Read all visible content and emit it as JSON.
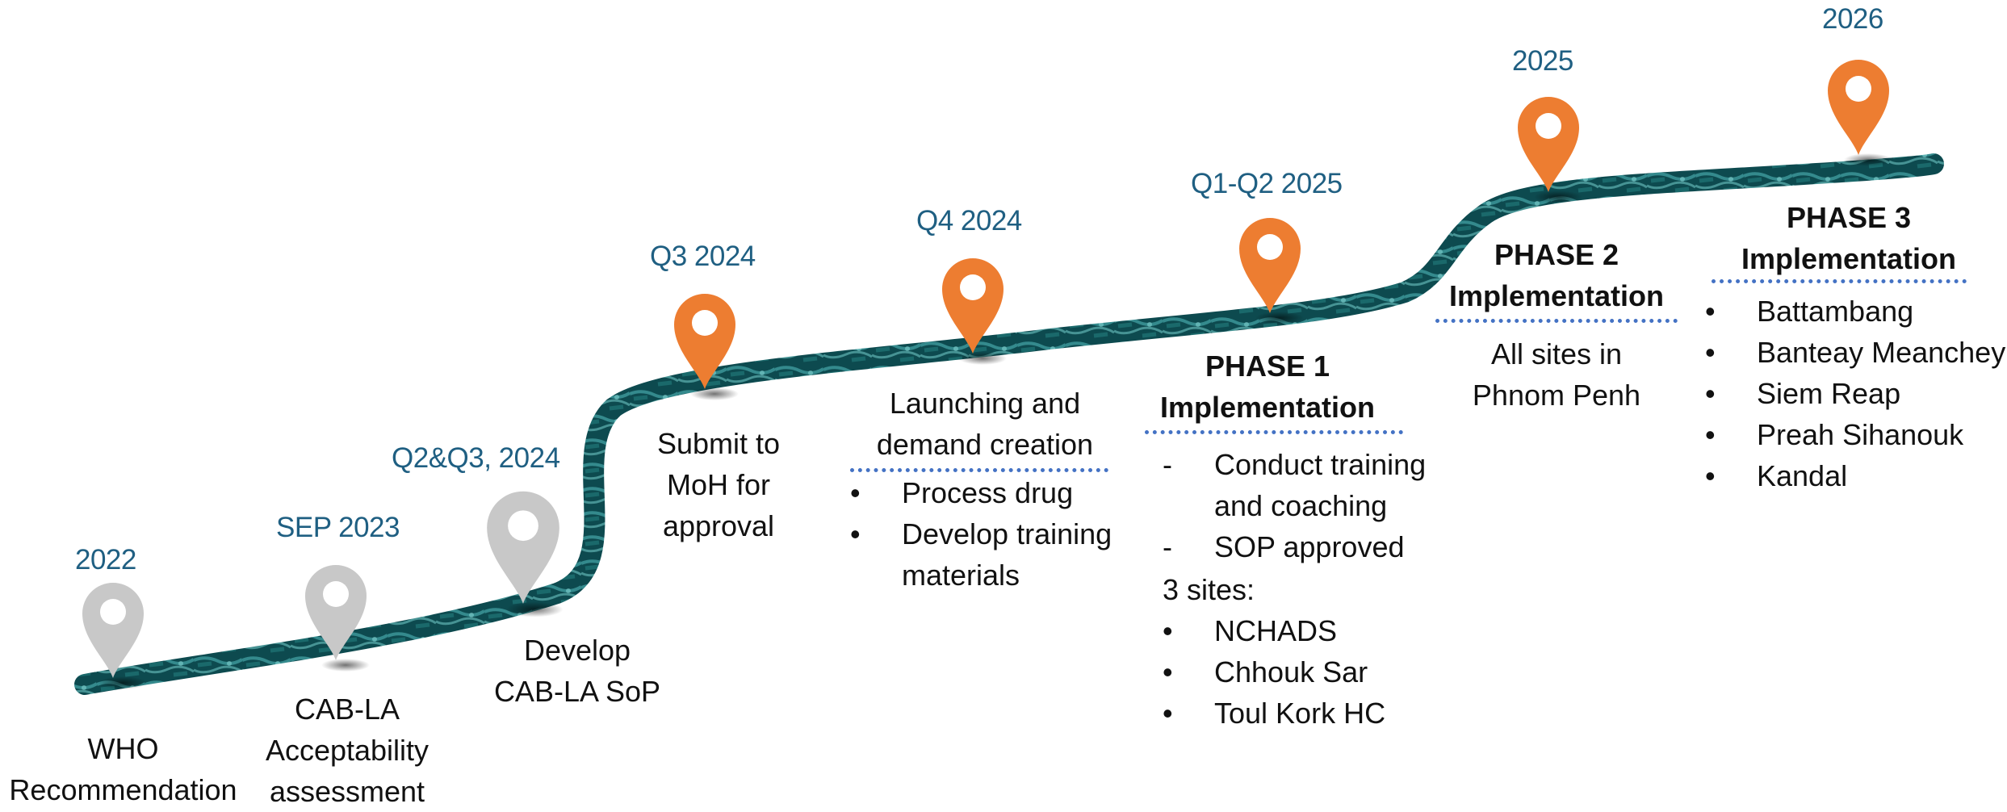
{
  "colors": {
    "road": "#0d4a4f",
    "road_light": "#4fb3b6",
    "pin_past": "#c8c8c8",
    "pin_future": "#ed7d31",
    "period_text": "#1f5f82",
    "divider": "#4472c4"
  },
  "milestones": [
    {
      "period": "2022",
      "pin": "gray",
      "description": [
        "WHO",
        "Recommendation"
      ]
    },
    {
      "period": "SEP 2023",
      "pin": "gray",
      "description": [
        "CAB-LA",
        "Acceptability",
        "assessment"
      ]
    },
    {
      "period": "Q2&Q3, 2024",
      "pin": "gray",
      "description": [
        "Develop",
        "CAB-LA SoP"
      ]
    },
    {
      "period": "Q3 2024",
      "pin": "orange",
      "description": [
        "Submit to",
        "MoH for",
        "approval"
      ]
    },
    {
      "period": "Q4 2024",
      "pin": "orange",
      "heading": [
        "Launching and",
        "demand creation"
      ],
      "bullets": [
        "Process drug",
        "Develop training",
        "materials"
      ]
    },
    {
      "period": "Q1-Q2 2025",
      "pin": "orange",
      "heading": [
        "PHASE 1",
        "Implementation"
      ],
      "dashes": [
        "Conduct training",
        "and coaching",
        "SOP approved"
      ],
      "sites_label": "3 sites:",
      "bullets": [
        "NCHADS",
        "Chhouk Sar",
        "Toul Kork HC"
      ]
    },
    {
      "period": "2025",
      "pin": "orange",
      "heading": [
        "PHASE 2",
        "Implementation"
      ],
      "description": [
        "All sites in",
        "Phnom Penh"
      ]
    },
    {
      "period": "2026",
      "pin": "orange",
      "heading": [
        "PHASE 3",
        "Implementation"
      ],
      "bullets": [
        "Battambang",
        "Banteay Meanchey",
        "Siem Reap",
        "Preah Sihanouk",
        "Kandal"
      ]
    }
  ],
  "symbols": {
    "bullet": "•",
    "dash": "-"
  }
}
